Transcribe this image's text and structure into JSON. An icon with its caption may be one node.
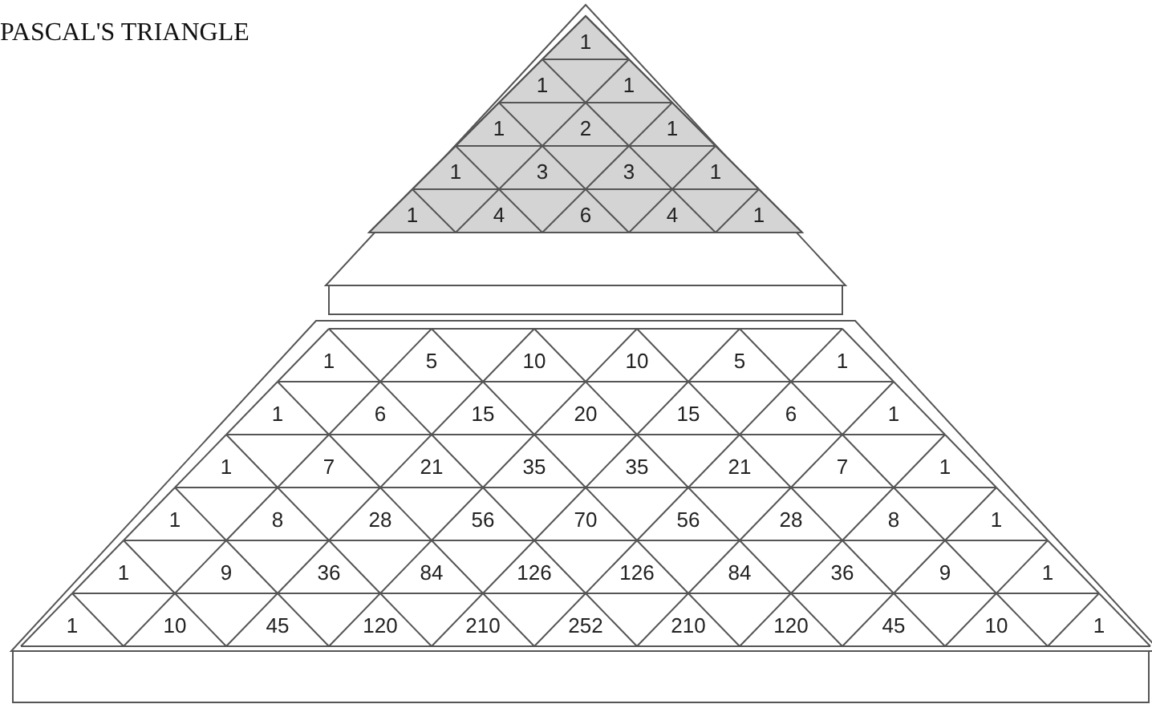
{
  "diagram": {
    "title": "PASCAL'S TRIANGLE",
    "labels": [
      "1",
      "1",
      "1",
      "1",
      "2",
      "1",
      "1",
      "3",
      "3",
      "1",
      "1",
      "4",
      "6",
      "4",
      "1",
      "1",
      "5",
      "10",
      "10",
      "5",
      "1",
      "1",
      "6",
      "15",
      "20",
      "15",
      "6",
      "1",
      "1",
      "7",
      "21",
      "35",
      "35",
      "21",
      "7",
      "1",
      "1",
      "8",
      "28",
      "56",
      "70",
      "56",
      "28",
      "8",
      "1",
      "1",
      "9",
      "36",
      "84",
      "126",
      "126",
      "84",
      "36",
      "9",
      "1",
      "1",
      "10",
      "45",
      "120",
      "210",
      "252",
      "210",
      "120",
      "45",
      "10",
      "1"
    ]
  }
}
